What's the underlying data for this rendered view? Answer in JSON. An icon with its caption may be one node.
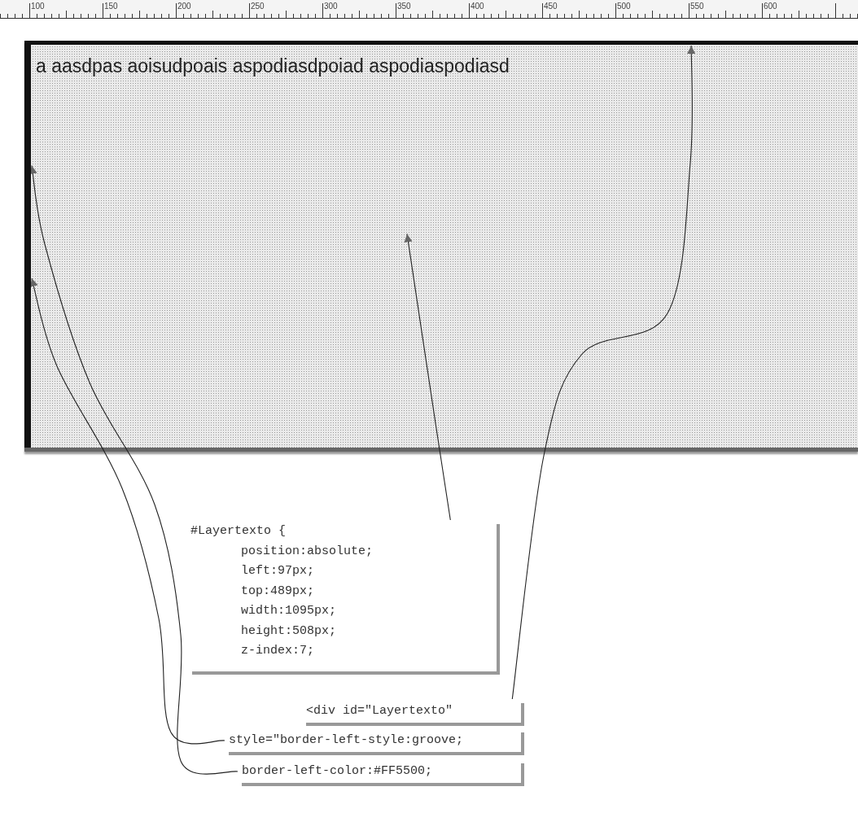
{
  "diagram": {
    "nodes": [
      {
        "text": [
          "a aasdpas aoisudpoais aspodiasdpoiad aspodiaspodiasd"
        ]
      },
      {
        "text": [
          "#Layertexto {",
          "position:absolute;",
          "left:97px;",
          "top:489px;",
          "width:1095px;",
          "height:508px;",
          "z-index:7;"
        ]
      },
      {
        "text": [
          "<div id=\"Layertexto\""
        ]
      },
      {
        "text": [
          "style=\"border-left-style:groove;"
        ]
      },
      {
        "text": [
          "border-left-color:#FF5500;"
        ]
      },
      {
        "text": [],
        "shape": "bar",
        "in": 0
      },
      {
        "text": [],
        "shape": "bar",
        "in": 0
      }
    ],
    "edges": [
      {
        "from": 1,
        "to": 0,
        "arrow": "to"
      },
      {
        "from": 2,
        "to": 5,
        "arrow": "to"
      },
      {
        "from": 3,
        "to": 6,
        "arrow": "to"
      },
      {
        "from": 4,
        "to": 6,
        "arrow": "to"
      }
    ],
    "labels": [
      "100",
      "150",
      "200",
      "250",
      "300",
      "350",
      "400",
      "450",
      "500",
      "550",
      "600"
    ]
  }
}
